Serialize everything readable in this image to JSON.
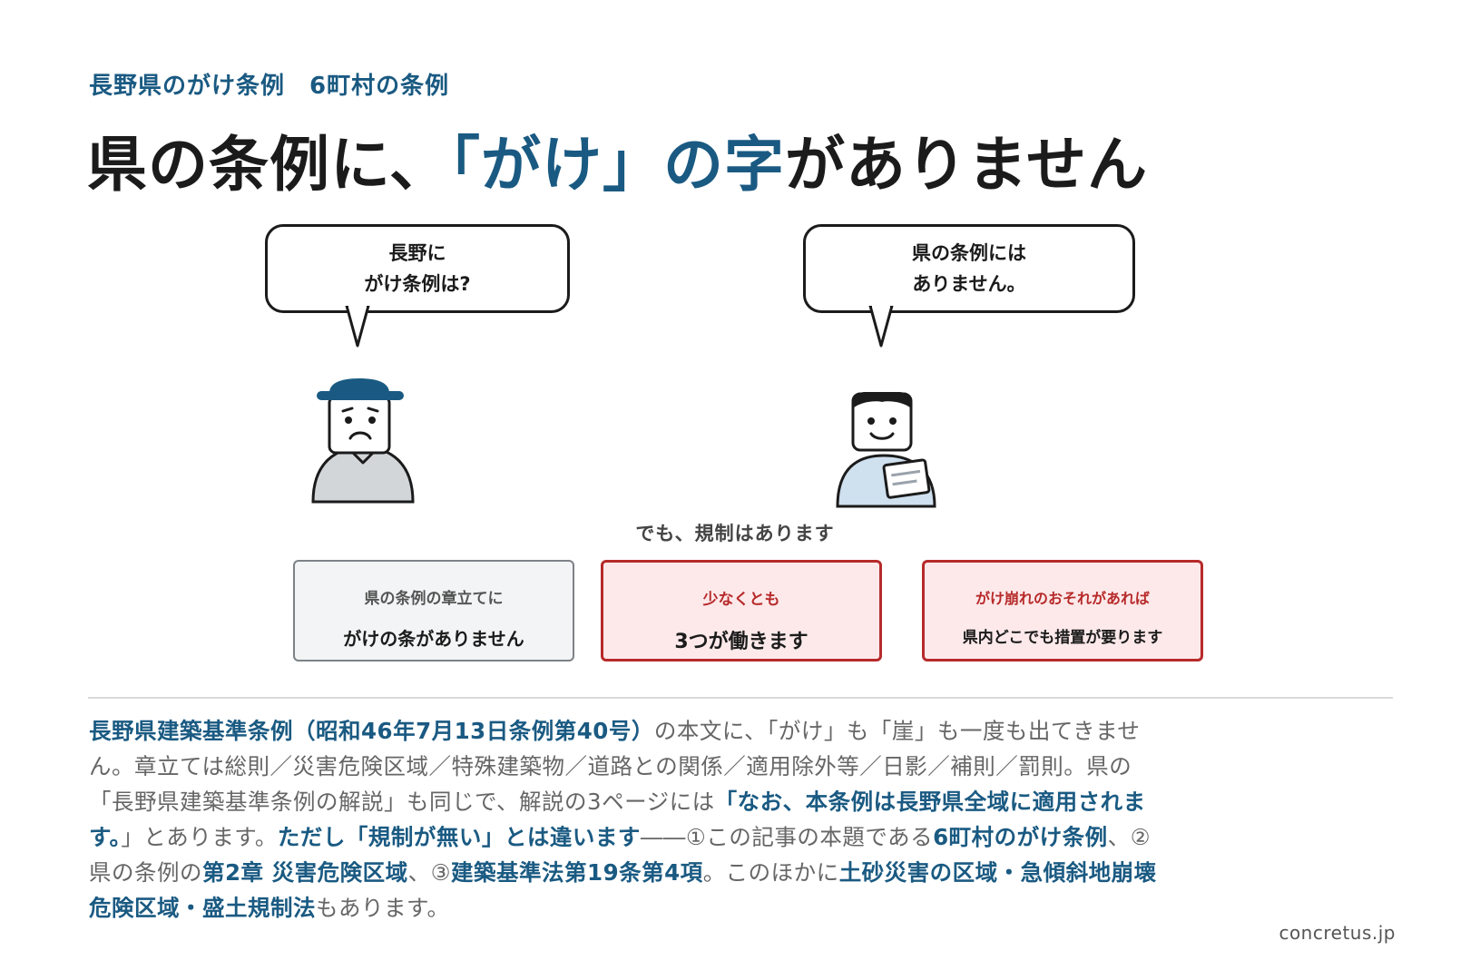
{
  "header": {
    "kicker": "長野県のがけ条例　6町村の条例",
    "title_part1": "県の条例に、",
    "title_accent": "「がけ」の字",
    "title_part2": "がありません"
  },
  "bubbles": {
    "left": {
      "line1": "長野に",
      "line2": "がけ条例は?"
    },
    "right": {
      "line1": "県の条例には",
      "line2": "ありません。"
    }
  },
  "transition": "でも、規制はあります",
  "cards": [
    {
      "sub": "県の条例の章立てに",
      "main": "がけの条がありません"
    },
    {
      "sub": "少なくとも",
      "main": "3つが働きます"
    },
    {
      "sub": "がけ崩れのおそれがあれば",
      "main": "県内どこでも措置が要ります"
    }
  ],
  "body": {
    "p1": "長野県建築基準条例（昭和46年7月13日条例第40号）",
    "p2": "の本文に、「がけ」も「崖」も一度も出てきません。章立ては総則／災害危険区域／特殊建築物／道路との関係／適用除外等／日影／補則／罰則。県の「長野県建築基準条例の解説」も同じで、解説の3ページには",
    "p3": "「なお、本条例は長野県全域に適用されます。",
    "p4": "」とあります。",
    "p5": "ただし「規制が無い」とは違います",
    "p6": "――①この記事の本題である",
    "p7": "6町村のがけ条例",
    "p8": "、②県の条例の",
    "p9": "第2章 災害危険区域",
    "p10": "、③",
    "p11": "建築基準法第19条第4項",
    "p12": "。このほかに",
    "p13": "土砂災害の区域・急傾斜地崩壊危険区域・盛土規制法",
    "p14": "もあります。"
  },
  "footer": {
    "site": "concretus.jp"
  },
  "colors": {
    "accent": "#1a5a82",
    "alert": "#b72a2a",
    "alert_bg": "#fde9ea",
    "neutral_bg": "#f3f4f5"
  }
}
